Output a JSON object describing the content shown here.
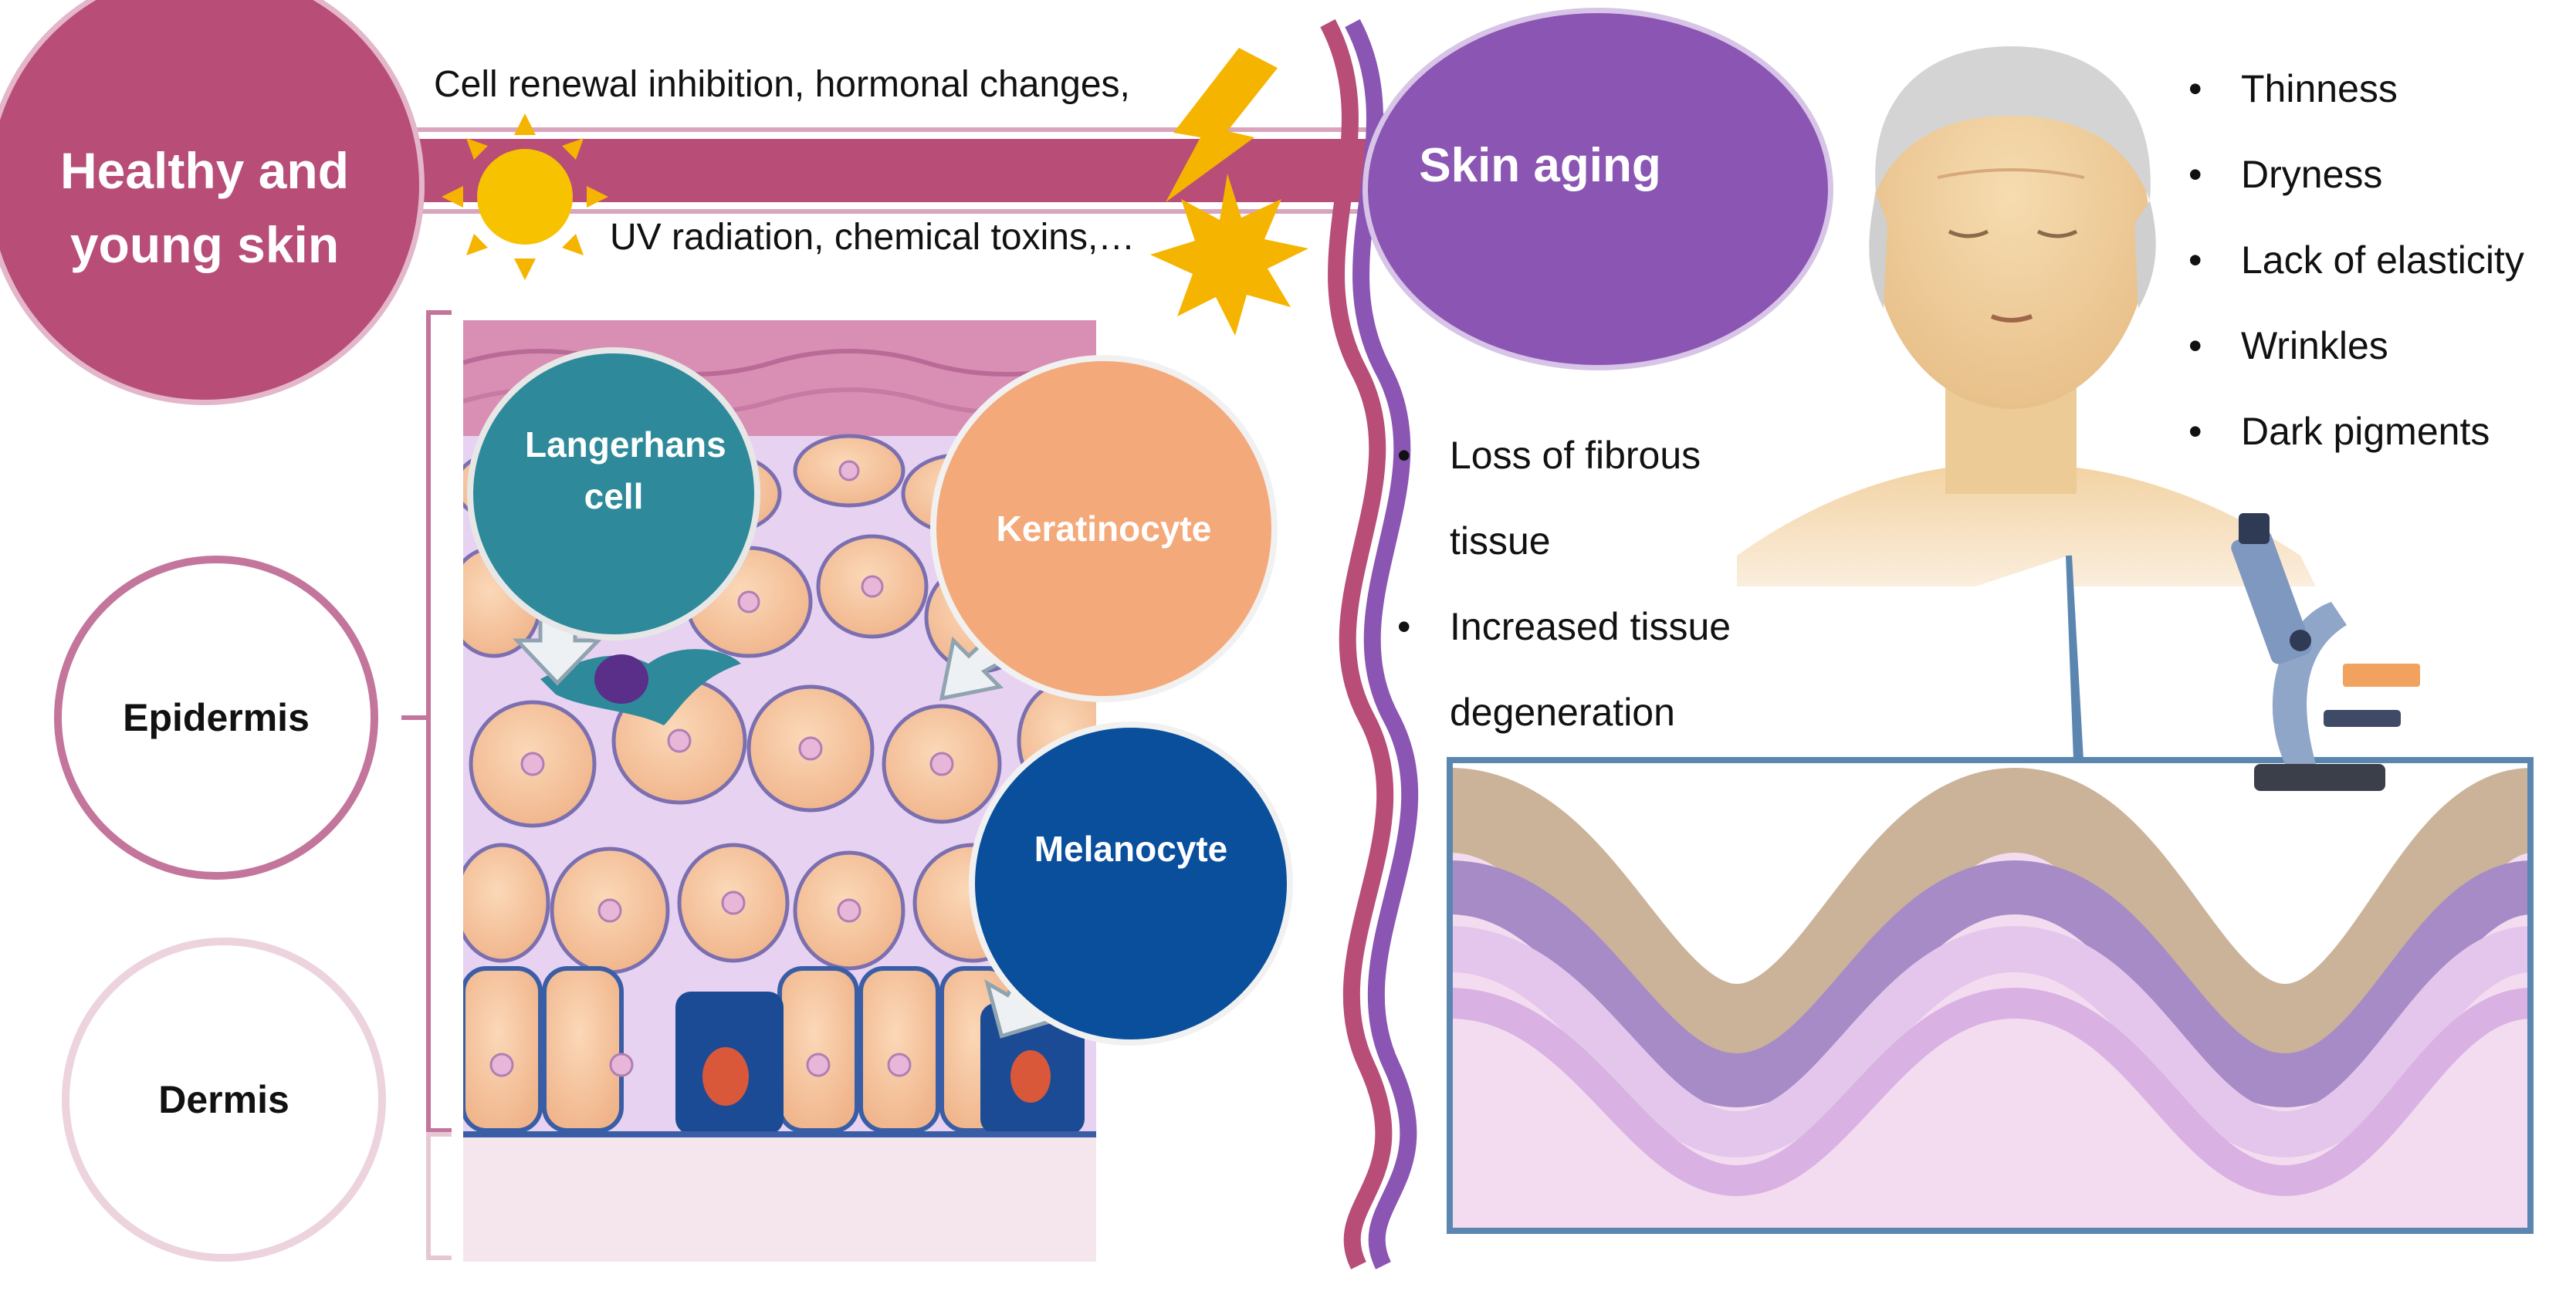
{
  "headline": {
    "healthy_label": "Healthy and young skin",
    "aging_label": "Skin aging",
    "factor_line_1": "Cell renewal inhibition, hormonal changes,",
    "factor_line_2": "UV radiation, chemical toxins,…"
  },
  "layers": {
    "epidermis": "Epidermis",
    "dermis": "Dermis"
  },
  "cells": {
    "langerhans": "Langerhans cell",
    "keratinocyte": "Keratinocyte",
    "melanocyte": "Melanocyte"
  },
  "tissue_changes": [
    "Loss of fibrous tissue",
    "Increased tissue degeneration"
  ],
  "aging_signs": [
    "Thinness",
    "Dryness",
    "Lack of elasticity",
    "Wrinkles",
    "Dark pigments"
  ],
  "colors": {
    "healthy": "#b84d78",
    "aging": "#8a55b3",
    "langerhans": "#2e8a9a",
    "keratinocyte": "#f4a97a",
    "melanocyte": "#0a4f9c",
    "frame": "#5b86b0"
  }
}
